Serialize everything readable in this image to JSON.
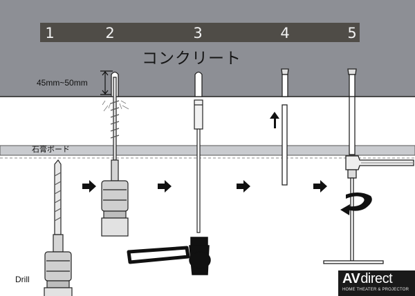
{
  "steps": [
    "1",
    "2",
    "3",
    "4",
    "5"
  ],
  "labels": {
    "concrete": "コンクリート",
    "depth": "45mm~50mm",
    "gypsum_board": "石膏ボード",
    "drill": "Drill"
  },
  "brand": {
    "name_first": "AV",
    "name_rest": "direct",
    "tagline": "HOME THEATER & PROJECTOR"
  },
  "colors": {
    "concrete": "#8d8f95",
    "step_band": "#4f4c47",
    "board_band": "#c9cbcf",
    "outline": "#1c1c1c"
  }
}
